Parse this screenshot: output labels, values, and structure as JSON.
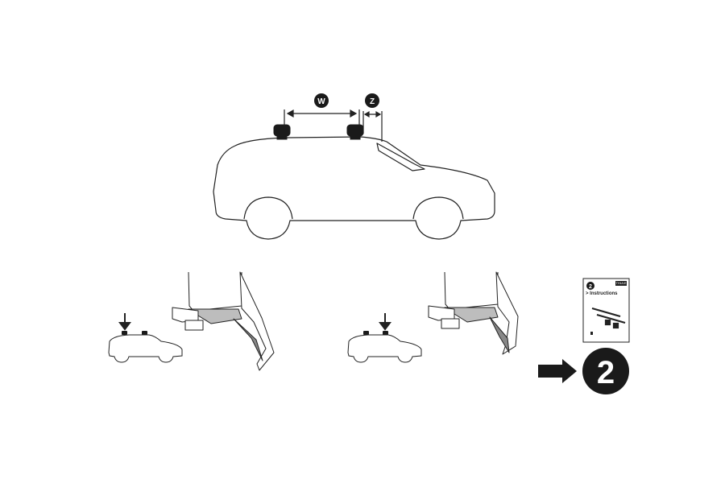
{
  "labels": {
    "w_label": "W",
    "z_label": "Z"
  },
  "booklet": {
    "step_number": "2",
    "title": "> Instructions",
    "brand": "THULE"
  },
  "next_step": {
    "number": "2"
  },
  "colors": {
    "ink": "#222222",
    "fill_dark": "#1a1a1a",
    "fill_grey": "#bdbdbd",
    "background": "#ffffff"
  }
}
